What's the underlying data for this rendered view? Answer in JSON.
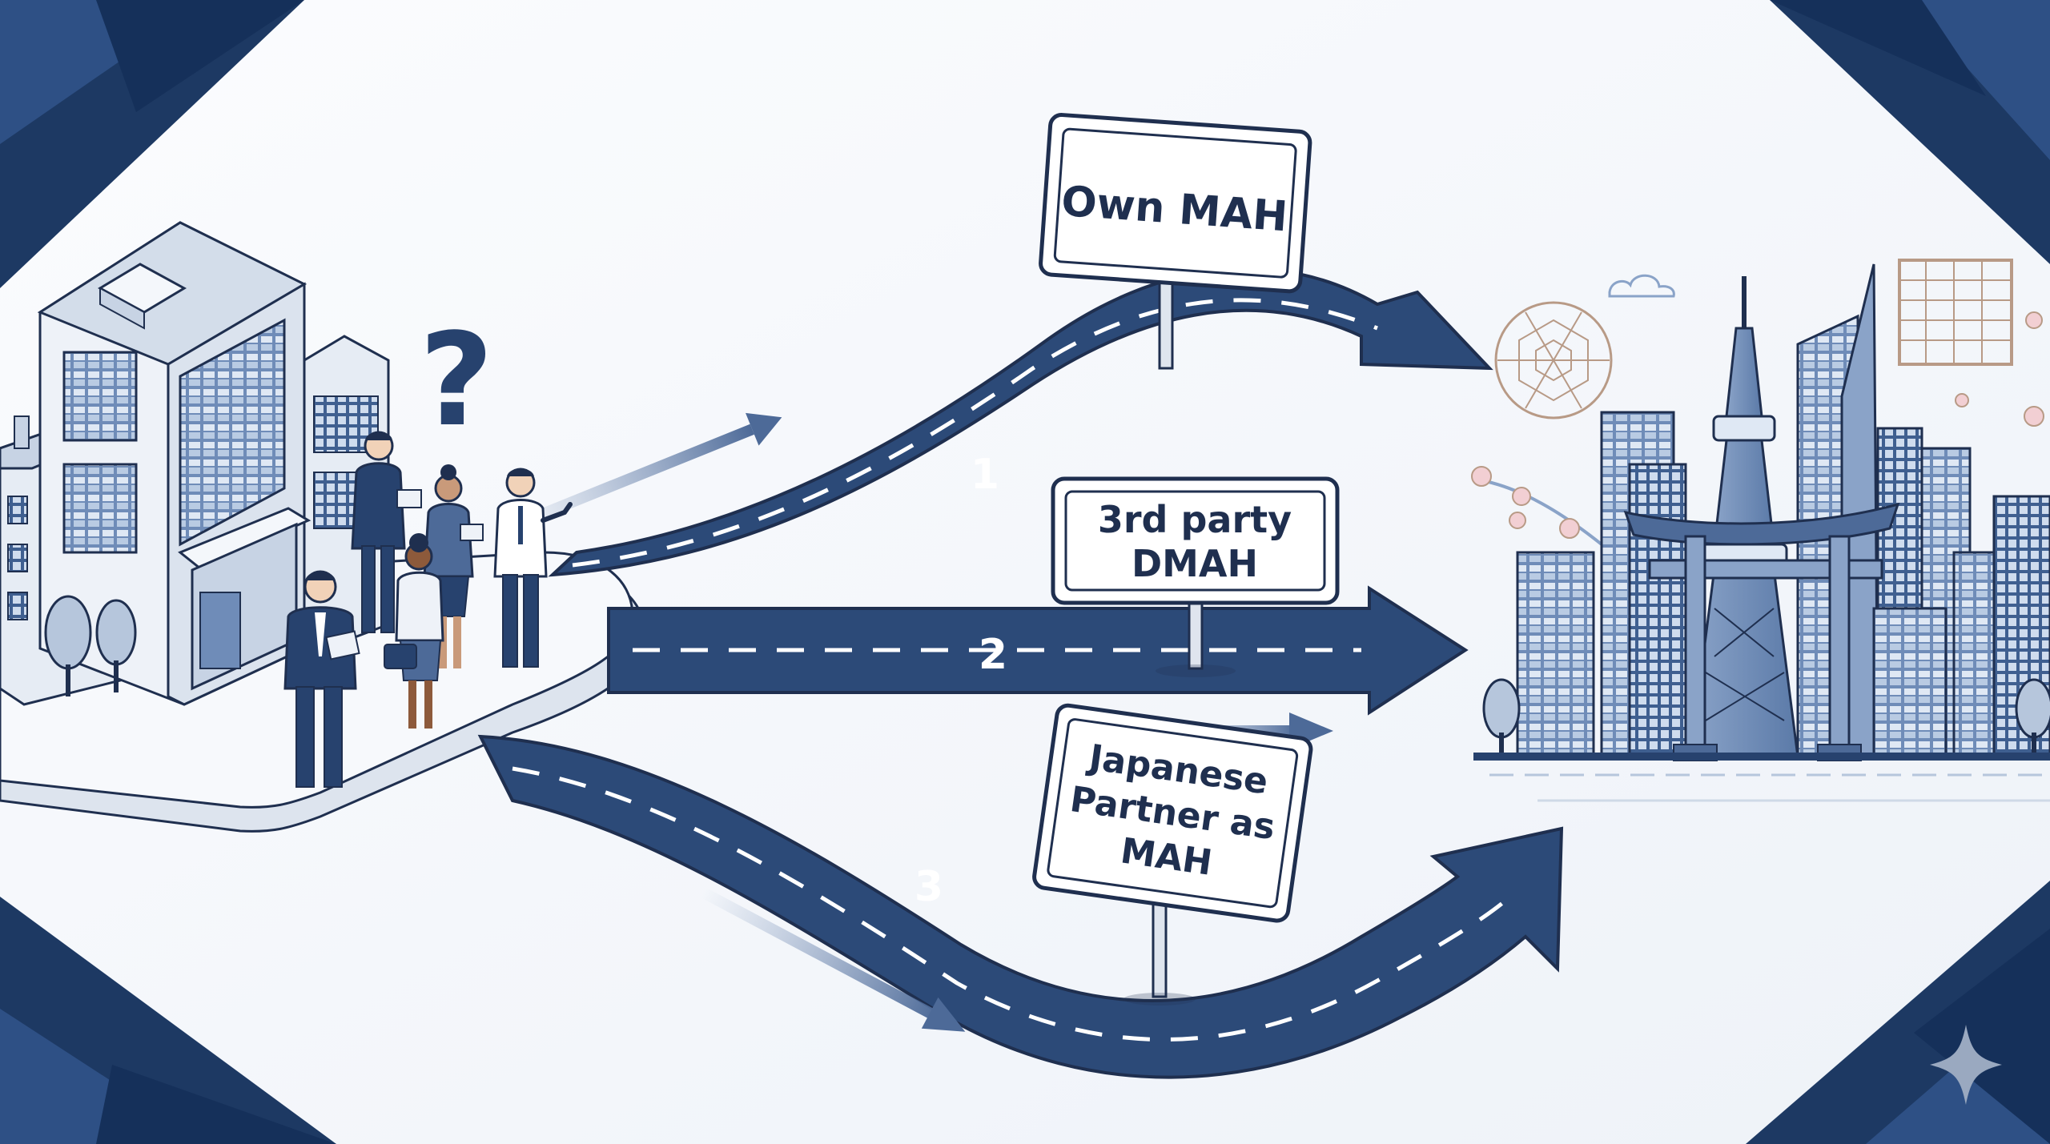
{
  "signs": {
    "own_mah": "Own MAH",
    "third_party": {
      "line1": "3rd party",
      "line2": "DMAH"
    },
    "japanese_partner": {
      "line1": "Japanese",
      "line2": "Partner as",
      "line3": "MAH"
    }
  },
  "routes": {
    "one": "1",
    "two": "2",
    "three": "3"
  },
  "decision_mark": "?",
  "colors": {
    "navy": "#27426e",
    "road": "#2c4a78",
    "outline": "#1f2f4f",
    "accent": "#b89a86",
    "blossom": "#f2cfd3"
  },
  "icons": [
    "question-mark-icon",
    "sparkle-icon",
    "tokyo-tower-icon",
    "torii-gate-icon",
    "cloud-icon",
    "asanoha-pattern-icon"
  ]
}
